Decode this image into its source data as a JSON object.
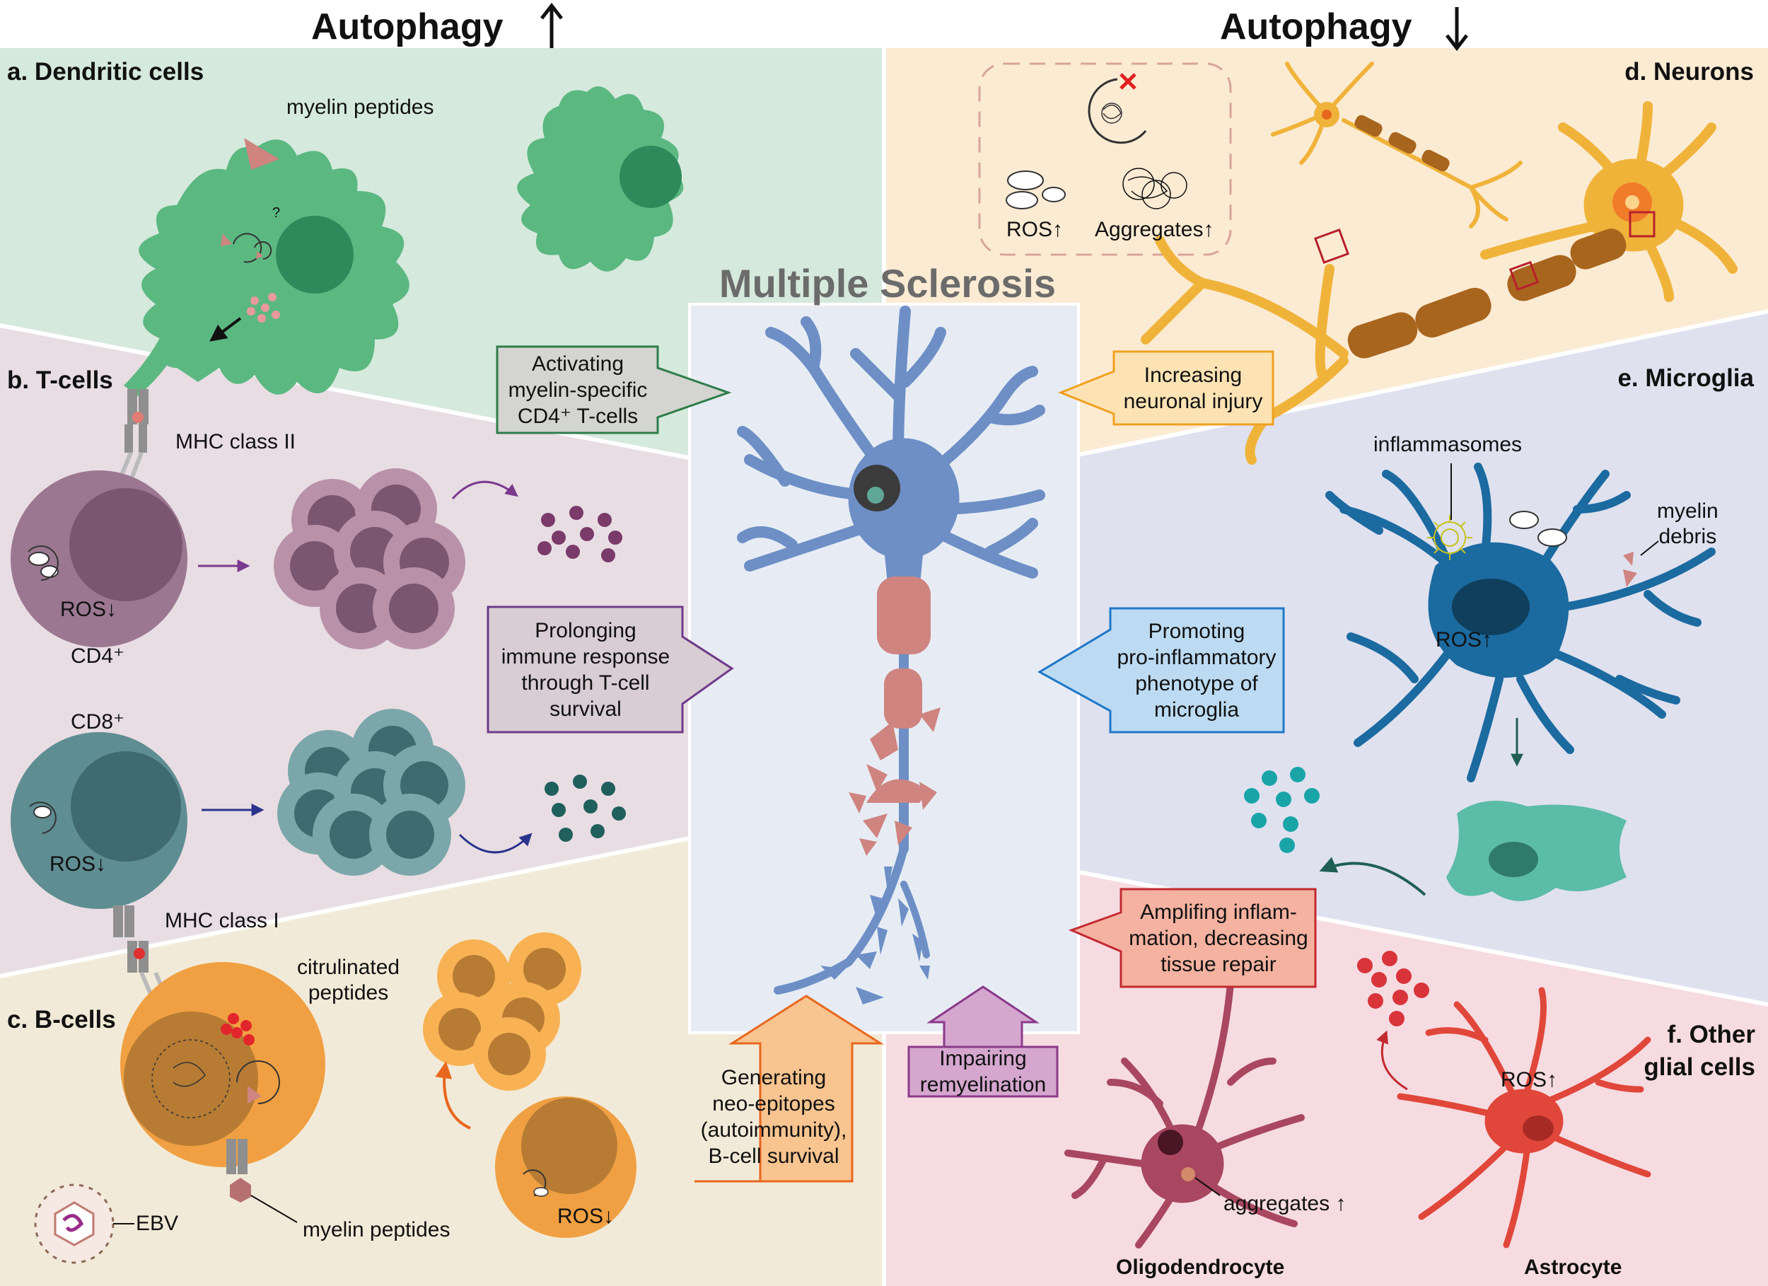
{
  "headings": {
    "left": "Autophagy",
    "right": "Autophagy",
    "center": "Multiple Sclerosis"
  },
  "panels": {
    "a": "a. Dendritic cells",
    "b": "b. T-cells",
    "c": "c. B-cells",
    "d": "d. Neurons",
    "e": "e. Microglia",
    "f": "f. Other\nglial cells"
  },
  "labels": {
    "myelin_peptides_dc": "myelin peptides",
    "question_mark": "?",
    "mhc_class_ii": "MHC class II",
    "ros_cd4": "ROS",
    "cd4": "CD4⁺",
    "cd8": "CD8⁺",
    "ros_cd8": "ROS",
    "mhc_class_i": "MHC class I",
    "citrulinated_peptides": "citrulinated\npeptides",
    "ebv": "EBV",
    "myelin_peptides_b": "myelin peptides",
    "ros_bcell": "ROS",
    "ros_neuron": "ROS",
    "aggregates_neuron": "Aggregates",
    "inflammasomes": "inflammasomes",
    "myelin_debris": "myelin\ndebris",
    "ros_microglia": "ROS",
    "aggregates_oligo": "aggregates",
    "ros_astro": "ROS",
    "oligodendrocyte": "Oligodendrocyte",
    "astrocyte": "Astrocyte"
  },
  "arrow_boxes": {
    "activating": "Activating\nmyelin-specific\nCD4⁺ T-cells",
    "prolonging": "Prolonging\nimmune response\nthrough T-cell\nsurvival",
    "generating": "Generating\nneo-epitopes\n(autoimmunity),\nB-cell survival",
    "impairing": "Impairing\nremyelination",
    "amplifing": "Amplifing inflam-\nmation, decreasing\ntissue repair",
    "promoting": "Promoting\npro-inflammatory\nphenotype of\nmicroglia",
    "increasing": "Increasing\nneuronal injury"
  },
  "colors": {
    "dendritic_bg": "#d5e9dd",
    "tcell_bg": "#e8dde3",
    "bcell_bg": "#f2ead8",
    "neuron_bg": "#fcebd3",
    "microglia_bg": "#dfe1ef",
    "glial_bg": "#f6dbe1",
    "center_bg": "#e7ecf4",
    "dendritic_cell": "#5bb880",
    "cd4_cell": "#9b7791",
    "cd8_cell": "#5e8d92",
    "b_cell": "#f0a042",
    "neuron_cell": "#f0b33a",
    "microglia_cell": "#1b6aa0",
    "central_neuron": "#6d8fc6",
    "myelin": "#cf8480",
    "oligodendrocyte": "#a8475f",
    "astrocyte": "#e0473a"
  }
}
